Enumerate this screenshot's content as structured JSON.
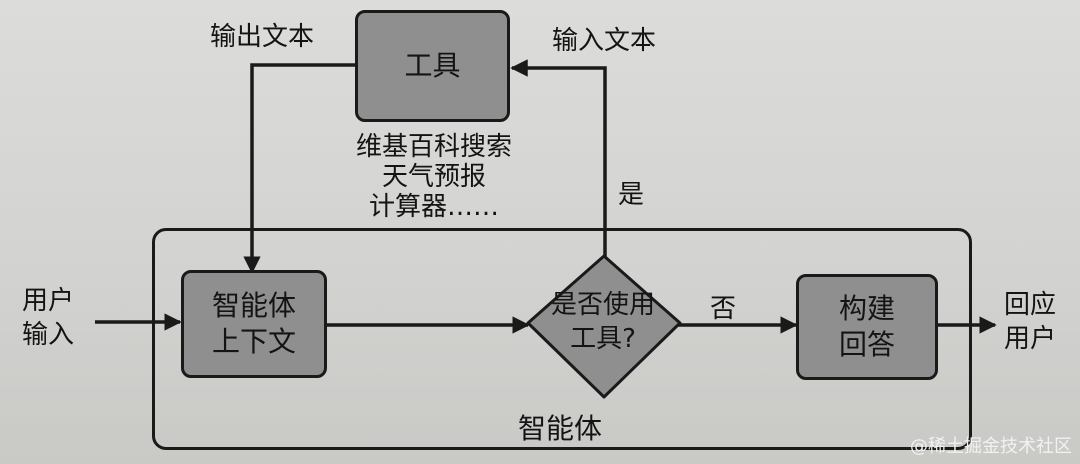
{
  "tool_box": {
    "label": "工具"
  },
  "tool_examples": [
    "维基百科搜索",
    "天气预报",
    "计算器……"
  ],
  "output_text_label": "输出文本",
  "input_text_label": "输入文本",
  "yes_label": "是",
  "no_label": "否",
  "user_input_label": [
    "用户",
    "输入"
  ],
  "context_box": {
    "lines": [
      "智能体",
      "上下文"
    ]
  },
  "decision": {
    "lines": [
      "是否使用",
      "工具?"
    ]
  },
  "answer_box": {
    "lines": [
      "构建",
      "回答"
    ]
  },
  "reply_label": [
    "回应",
    "用户"
  ],
  "agent_label": "智能体",
  "watermark": "@稀土掘金技术社区",
  "colors": {
    "box_fill": "#8f8f8f",
    "line": "#1a1a1a",
    "background": "#d6d6d4"
  }
}
